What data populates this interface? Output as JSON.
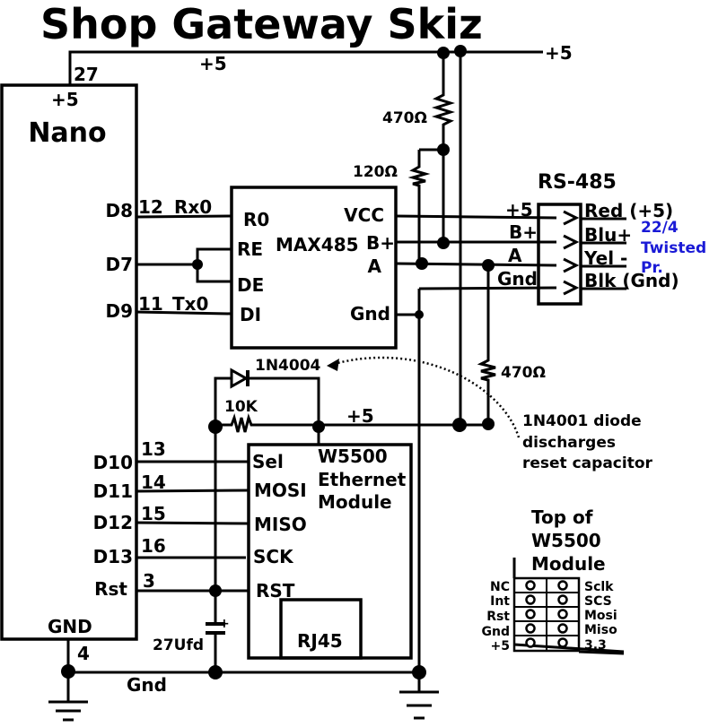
{
  "title": "Shop Gateway Skiz",
  "power": {
    "plus5_top": "+5",
    "plus5_right": "+5",
    "plus5_mid": "+5"
  },
  "nano": {
    "name": "Nano",
    "vin_label": "+5",
    "vin_pin": "27",
    "gnd_label": "GND",
    "gnd_pin": "4",
    "pins": [
      {
        "label": "D8",
        "num": "12",
        "net": "Rx0"
      },
      {
        "label": "D7",
        "num": "",
        "net": ""
      },
      {
        "label": "D9",
        "num": "11",
        "net": "Tx0"
      },
      {
        "label": "D10",
        "num": "13",
        "net": ""
      },
      {
        "label": "D11",
        "num": "14",
        "net": ""
      },
      {
        "label": "D12",
        "num": "15",
        "net": ""
      },
      {
        "label": "D13",
        "num": "16",
        "net": ""
      },
      {
        "label": "Rst",
        "num": "3",
        "net": ""
      }
    ]
  },
  "max485": {
    "name": "MAX485",
    "pins": [
      "R0",
      "RE",
      "DE",
      "DI",
      "VCC",
      "B+",
      "A",
      "Gnd"
    ]
  },
  "resistors": {
    "r470_top": "470Ω",
    "r120": "120Ω",
    "r470_bottom": "470Ω",
    "r10k": "10K"
  },
  "diode": {
    "part": "1N4004",
    "note_lines": [
      "1N4001 diode",
      "discharges",
      "reset capacitor"
    ]
  },
  "capacitor": {
    "value": "27Ufd",
    "polarity": "+"
  },
  "rs485": {
    "title": "RS-485",
    "left": [
      "+5",
      "B+",
      "A",
      "Gnd"
    ],
    "right": [
      "Red (+5)",
      "Blu+",
      "Yel -",
      "Blk (Gnd)"
    ],
    "cable_note": [
      "22/4",
      "Twisted",
      "Pr."
    ]
  },
  "w5500": {
    "name_lines": [
      "W5500",
      "Ethernet",
      "Module"
    ],
    "pins": [
      "Sel",
      "MOSI",
      "MISO",
      "SCK",
      "RST"
    ],
    "rj45": "RJ45"
  },
  "gnd_label": "Gnd",
  "header": {
    "title_lines": [
      "Top of",
      "W5500",
      "Module"
    ],
    "left": [
      "NC",
      "Int",
      "Rst",
      "Gnd",
      "+5"
    ],
    "right": [
      "Sclk",
      "SCS",
      "Mosi",
      "Miso",
      "3.3"
    ]
  },
  "colors": {
    "ink": "#000000",
    "note_blue": "#1a1ad6"
  }
}
